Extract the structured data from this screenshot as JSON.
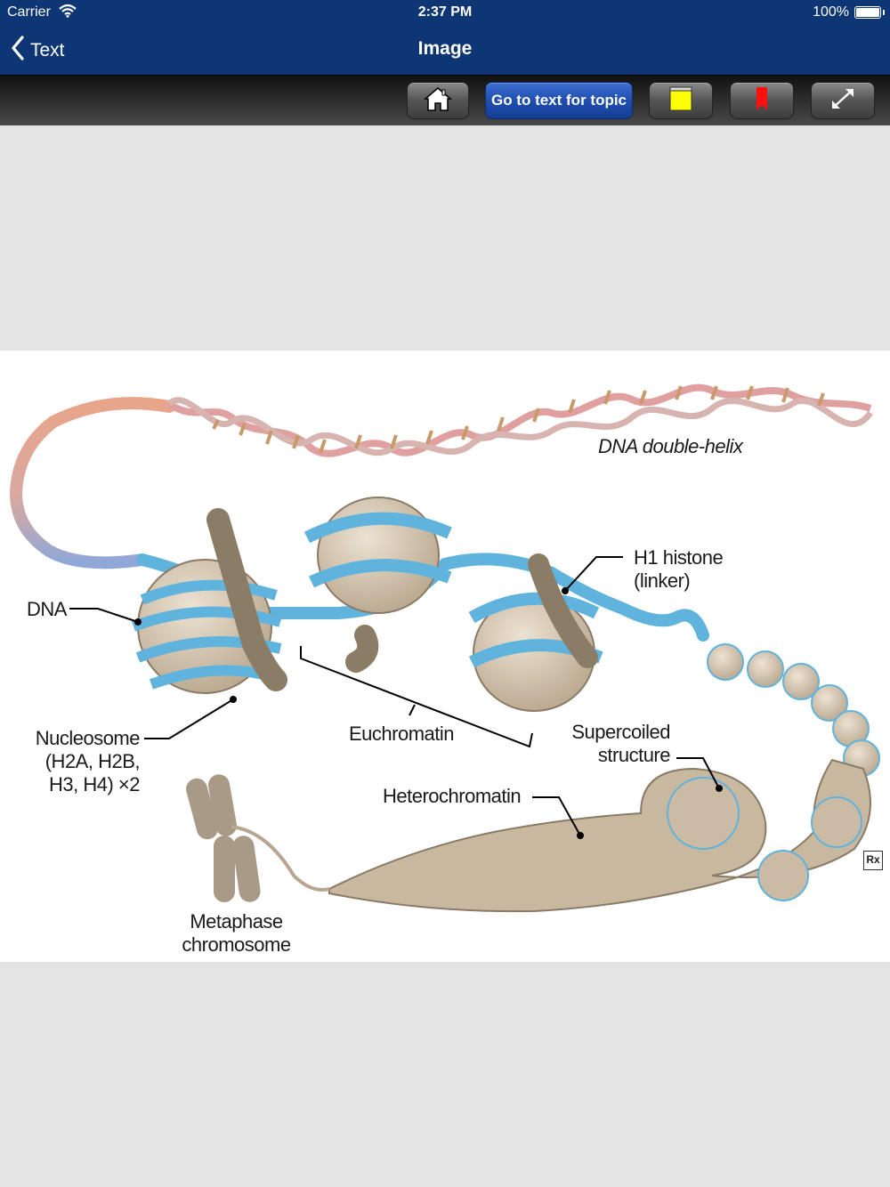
{
  "status_bar": {
    "carrier": "Carrier",
    "time": "2:37 PM",
    "battery": "100%",
    "wifi_icon": "wifi-icon",
    "battery_icon": "battery-icon"
  },
  "nav": {
    "back_label": "Text",
    "title": "Image"
  },
  "toolbar": {
    "home_icon": "home-icon",
    "topic_label": "Go to text for topic",
    "note_icon": "note-icon",
    "bookmark_icon": "bookmark-icon",
    "expand_icon": "expand-icon"
  },
  "figure": {
    "labels": {
      "dna_helix": "DNA double-helix",
      "h1_histone": "H1 histone\n(linker)",
      "dna": "DNA",
      "nucleosome": "Nucleosome\n(H2A, H2B,\nH3, H4) ×2",
      "euchromatin": "Euchromatin",
      "supercoiled": "Supercoiled\nstructure",
      "heterochromatin": "Heterochromatin",
      "metaphase": "Metaphase\nchromosome",
      "rx_mark": "Rx"
    },
    "colors": {
      "dna_blue": "#5fb3dc",
      "histone_tan": "#c9b8a0",
      "linker_brown": "#8b7c66",
      "helix_pink": "#e9b8b0"
    }
  }
}
